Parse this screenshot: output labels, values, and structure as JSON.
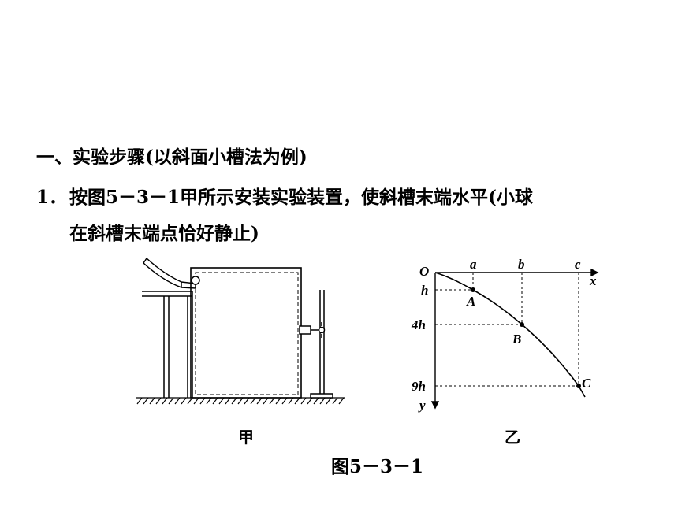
{
  "content": {
    "heading": "一、实验步骤(以斜面小槽法为例)",
    "step1": {
      "number": "1．",
      "line1": "按图5－3－1甲所示安装实验装置，使斜槽末端水平(小球",
      "line2": "在斜槽末端点恰好静止)"
    }
  },
  "figure": {
    "label_jia": "甲",
    "label_yi": "乙",
    "caption": "图5－3－1",
    "graph": {
      "origin": "O",
      "x_axis": "x",
      "y_axis": "y",
      "x_ticks": [
        "a",
        "b",
        "c"
      ],
      "y_ticks": [
        "h",
        "4h",
        "9h"
      ],
      "points": [
        "A",
        "B",
        "C"
      ]
    }
  }
}
